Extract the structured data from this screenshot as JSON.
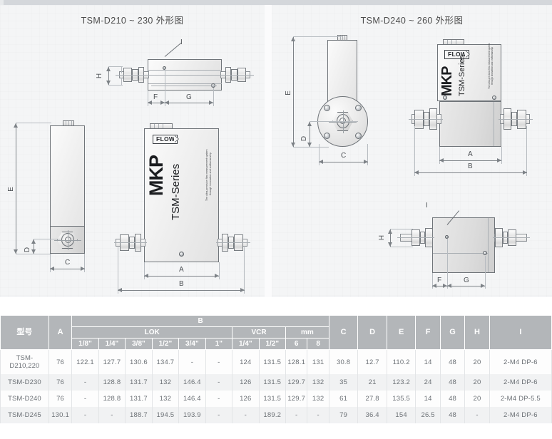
{
  "panels": {
    "left": {
      "title": "TSM-D210 ~ 230 外形图",
      "labels": {
        "top_view": {
          "H": "H",
          "F": "F",
          "G": "G",
          "I": "I"
        },
        "side_view": {
          "E": "E",
          "D": "D",
          "C": "C"
        },
        "front_view": {
          "A": "A",
          "B": "B"
        }
      },
      "device": {
        "flow_label": "FLOW",
        "brand": "MKP",
        "series": "TSM-Series",
        "tagline_line1": "The ultra-precision  flow  measurement  system",
        "tagline_line2": "through  innovation  and  craftsmanship"
      }
    },
    "right": {
      "title": "TSM-D240 ~ 260 外形图",
      "labels": {
        "side_view": {
          "E": "E",
          "D": "D",
          "C": "C"
        },
        "front_view": {
          "A": "A",
          "B": "B"
        },
        "bottom_view": {
          "H": "H",
          "F": "F",
          "G": "G",
          "I": "I"
        }
      },
      "device": {
        "flow_label": "FLOW",
        "brand": "MKP",
        "series": "TSM-Series",
        "tagline_line1": "The ultra-precision  flow  measurement  system",
        "tagline_line2": "through  innovation  and  craftsmanship"
      }
    }
  },
  "table": {
    "headers": {
      "model": "型号",
      "A": "A",
      "B": "B",
      "LOK": "LOK",
      "VCR": "VCR",
      "mm": "mm",
      "C": "C",
      "D": "D",
      "E": "E",
      "F": "F",
      "G": "G",
      "H": "H",
      "I": "I",
      "lok_sizes": [
        "1/8\"",
        "1/4\"",
        "3/8\"",
        "1/2\"",
        "3/4\"",
        "1\""
      ],
      "vcr_sizes": [
        "1/4\"",
        "1/2\""
      ],
      "mm_sizes": [
        "6",
        "8"
      ]
    },
    "rows": [
      {
        "model": "TSM-D210,220",
        "A": "76",
        "lok": [
          "122.1",
          "127.7",
          "130.6",
          "134.7",
          "-",
          "-"
        ],
        "vcr": [
          "124",
          "131.5"
        ],
        "mm": [
          "128.1",
          "131"
        ],
        "C": "30.8",
        "D": "12.7",
        "E": "110.2",
        "F": "14",
        "G": "48",
        "H": "20",
        "I": "2-M4 DP-6"
      },
      {
        "model": "TSM-D230",
        "A": "76",
        "lok": [
          "-",
          "128.8",
          "131.7",
          "132",
          "146.4",
          "-"
        ],
        "vcr": [
          "126",
          "131.5"
        ],
        "mm": [
          "129.7",
          "132"
        ],
        "C": "35",
        "D": "21",
        "E": "123.2",
        "F": "24",
        "G": "48",
        "H": "20",
        "I": "2-M4 DP-6"
      },
      {
        "model": "TSM-D240",
        "A": "76",
        "lok": [
          "-",
          "128.8",
          "131.7",
          "132",
          "146.4",
          "-"
        ],
        "vcr": [
          "126",
          "131.5"
        ],
        "mm": [
          "129.7",
          "132"
        ],
        "C": "61",
        "D": "27.8",
        "E": "135.5",
        "F": "14",
        "G": "48",
        "H": "20",
        "I": "2-M4 DP-5.5"
      },
      {
        "model": "TSM-D245",
        "A": "130.1",
        "lok": [
          "-",
          "-",
          "188.7",
          "194.5",
          "193.9",
          "-"
        ],
        "vcr": [
          "-",
          "189.2"
        ],
        "mm": [
          "-",
          "-"
        ],
        "C": "79",
        "D": "36.4",
        "E": "154",
        "F": "26.5",
        "G": "48",
        "H": "-",
        "I": "2-M4 DP-6"
      }
    ]
  },
  "colors": {
    "header_bg": "#b3b6b9",
    "panel_bg": "#f4f5f6",
    "row_alt_bg": "#f1f2f3",
    "text": "#6c7176",
    "line": "#7d8287"
  }
}
